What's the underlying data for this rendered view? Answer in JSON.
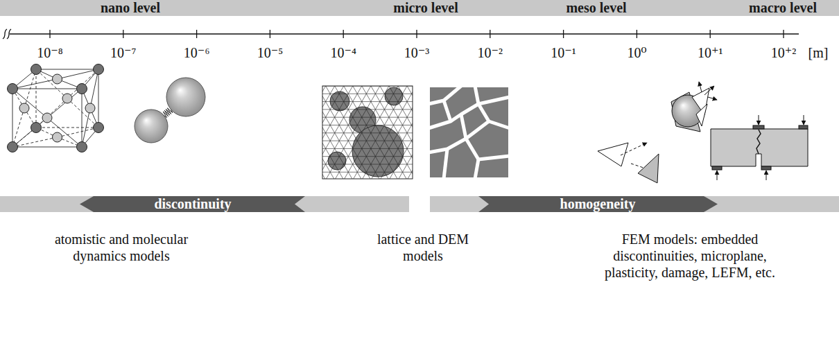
{
  "diagram": {
    "nodes": [
      {
        "text": [
          "nano level",
          "micro level",
          "meso level",
          "macro level"
        ]
      },
      {
        "text": [
          "discontinuity"
        ]
      },
      {
        "text": [
          "homogeneity"
        ]
      }
    ],
    "labels": [
      "10⁻⁸",
      "10⁻⁷",
      "10⁻⁶",
      "10⁻⁵",
      "10⁻⁴",
      "10⁻³",
      "10⁻²",
      "10⁻¹",
      "10⁰",
      "10⁺¹",
      "10⁺²",
      "[m]",
      "atomistic and molecular dynamics models",
      "lattice and DEM models",
      "FEM models: embedded discontinuities, microplane, plasticity, damage, LEFM, etc."
    ]
  }
}
